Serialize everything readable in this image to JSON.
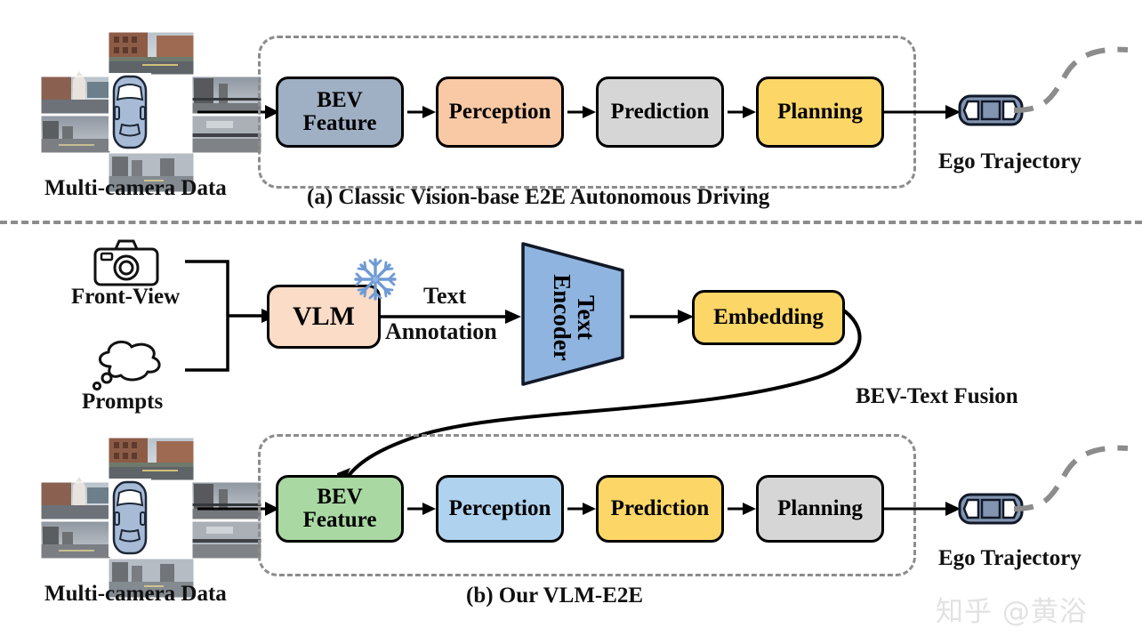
{
  "figure": {
    "watermark": "知乎 @黄浴",
    "divider_note": "dashed horizontal separator between panel a and panel b"
  },
  "panel_a": {
    "caption": "(a) Classic Vision-base E2E Autonomous Driving",
    "input_label": "Multi-camera Data",
    "output_label": "Ego Trajectory",
    "pipeline": [
      {
        "label_line1": "BEV",
        "label_line2": "Feature",
        "color": "#9FAFC4"
      },
      {
        "label_line1": "Perception",
        "label_line2": "",
        "color": "#F9C9A5"
      },
      {
        "label_line1": "Prediction",
        "label_line2": "",
        "color": "#D6D6D6"
      },
      {
        "label_line1": "Planning",
        "label_line2": "",
        "color": "#FCD667"
      }
    ]
  },
  "panel_b": {
    "caption": "(b) Our VLM-E2E",
    "input_label": "Multi-camera Data",
    "output_label": "Ego Trajectory",
    "pipeline": [
      {
        "label_line1": "BEV",
        "label_line2": "Feature",
        "color": "#A9D8A2"
      },
      {
        "label_line1": "Perception",
        "label_line2": "",
        "color": "#AFD2EE"
      },
      {
        "label_line1": "Prediction",
        "label_line2": "",
        "color": "#FCD667"
      },
      {
        "label_line1": "Planning",
        "label_line2": "",
        "color": "#D6D6D6"
      }
    ]
  },
  "vlm_branch": {
    "front_view_label": "Front-View",
    "prompts_label": "Prompts",
    "vlm_label": "VLM",
    "vlm_color": "#FBDCC7",
    "frozen_icon": "snowflake-icon",
    "text_annotation_line1": "Text",
    "text_annotation_line2": "Annotation",
    "text_encoder_line1": "Text",
    "text_encoder_line2": "Encoder",
    "text_encoder_color": "#8FB4DF",
    "embedding_label": "Embedding",
    "embedding_color": "#FCD667",
    "fusion_label": "BEV-Text Fusion"
  },
  "colors": {
    "outline": "#000000",
    "dashed_gray": "#8c8c8c",
    "car_body": "#9FB4D1",
    "trajectory_gray": "#8c8c8c",
    "watermark_gray": "#e2e2e2"
  }
}
